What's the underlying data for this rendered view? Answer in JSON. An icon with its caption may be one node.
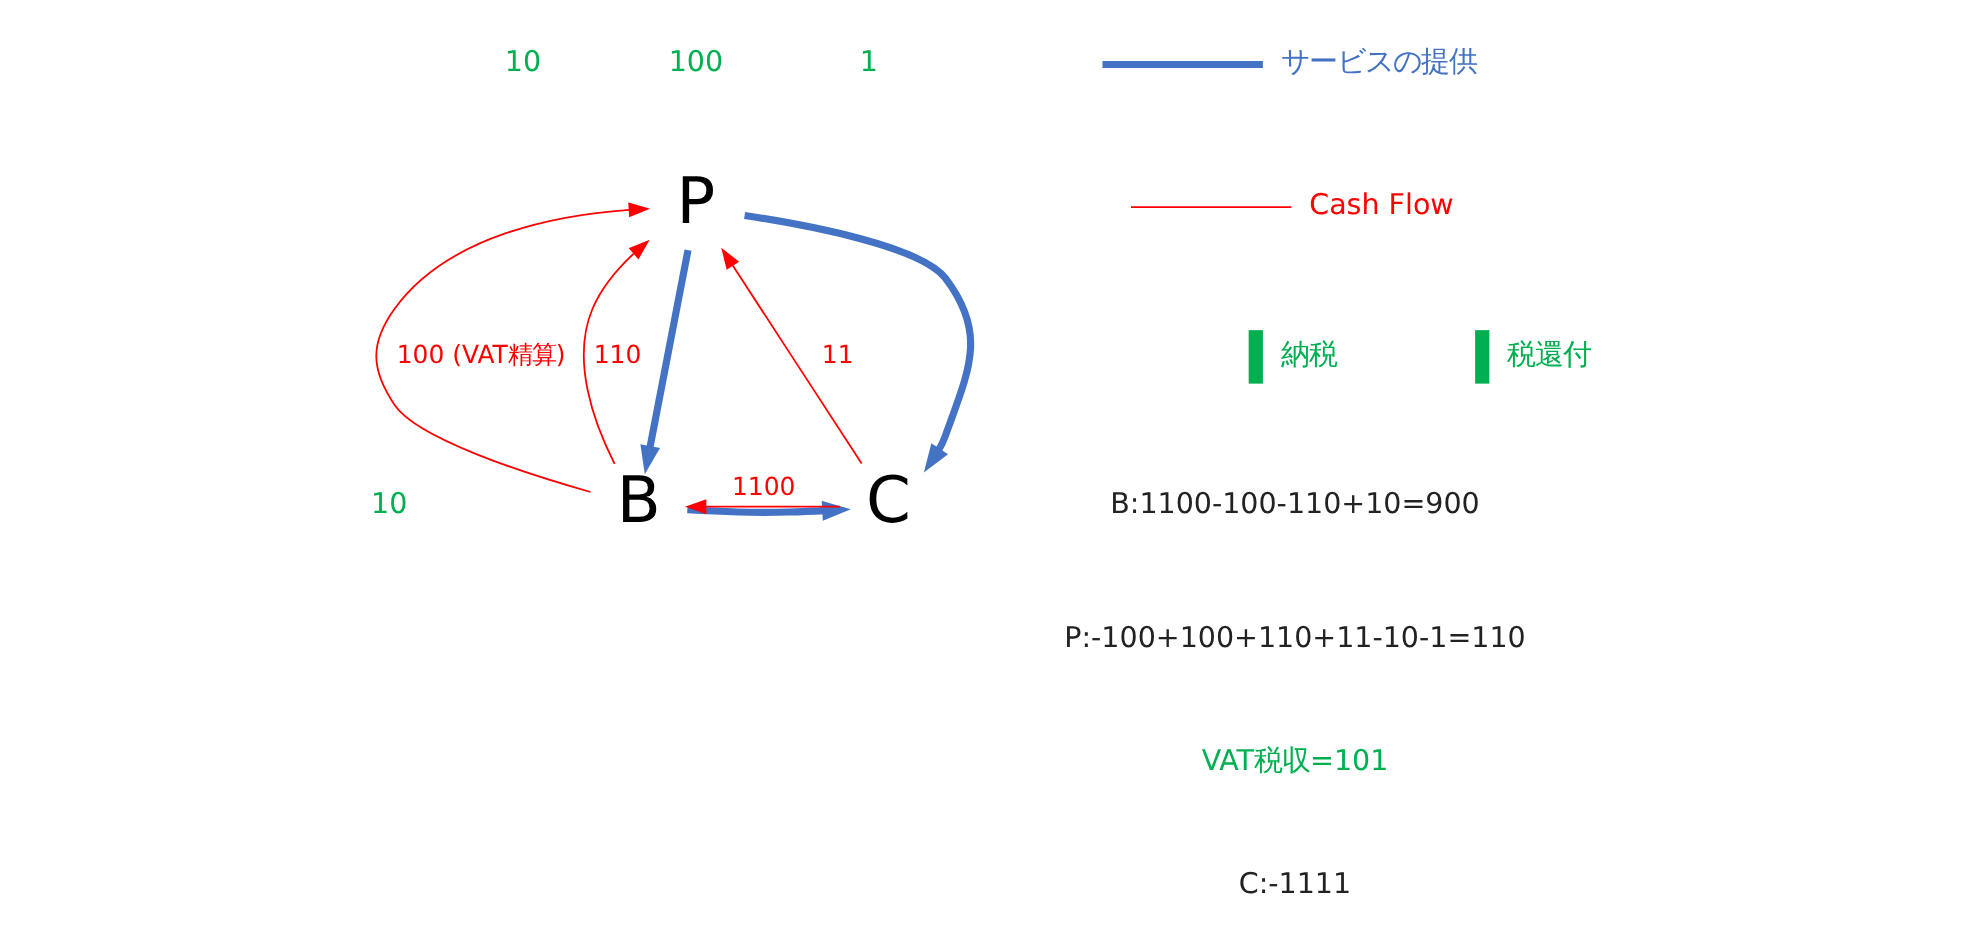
{
  "diagram": {
    "nodes": [
      {
        "text": [
          "P"
        ]
      },
      {
        "text": [
          "B"
        ]
      },
      {
        "text": [
          "C"
        ]
      }
    ],
    "edges": [
      {
        "from": 0,
        "to": 1,
        "arrow": "to",
        "style": "thick",
        "color": "#4472c4"
      },
      {
        "from": 0,
        "to": 2,
        "arrow": "to",
        "style": "thick",
        "color": "#4472c4"
      },
      {
        "from": 1,
        "to": 2,
        "arrow": "to",
        "style": "thick",
        "color": "#4472c4"
      },
      {
        "from": 1,
        "to": 0,
        "arrow": "to",
        "label": "110"
      },
      {
        "from": 1,
        "to": 0,
        "arrow": "to",
        "label": "100 (VAT精算)"
      },
      {
        "from": 2,
        "to": 0,
        "arrow": "to",
        "label": "11"
      },
      {
        "from": 2,
        "to": 1,
        "arrow": "to",
        "label": "1100"
      }
    ],
    "labels": [
      "10",
      "100",
      "1",
      "10",
      "B:1100-100-110+10=900",
      "P:-100+100+110+11-10-1=110",
      "VAT税収=101",
      "C:-1111"
    ],
    "legend": [
      {
        "text": "サービスの提供"
      },
      {
        "text": "Cash Flow"
      },
      {
        "text": "納税"
      },
      {
        "text": "税還付"
      }
    ]
  }
}
